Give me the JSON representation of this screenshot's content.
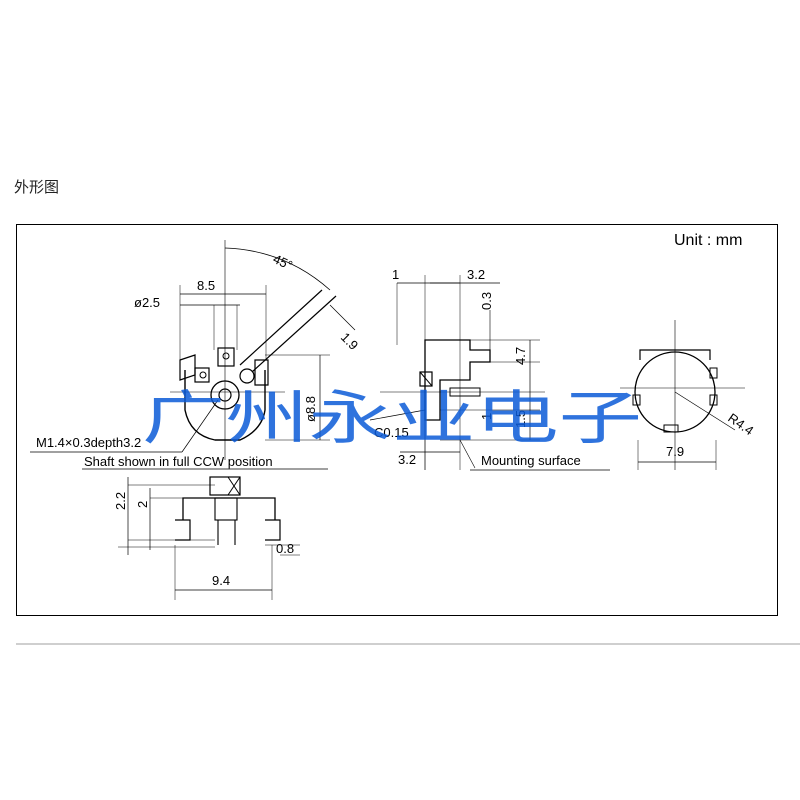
{
  "heading": "外形图",
  "unit_label": "Unit : mm",
  "front_view": {
    "dim_width": "8.5",
    "dim_shaft_dia": "ø2.5",
    "dim_angle": "45°",
    "dim_lever": "1.9",
    "dim_body_dia": "ø8.8",
    "thread_note": "M1.4×0.3depth3.2",
    "caption": "Shaft shown in full CCW position"
  },
  "side_view": {
    "dim_top_left": "1",
    "dim_top_right": "3.2",
    "dim_gap": "0.3",
    "dim_height": "4.7",
    "dim_lower": "1",
    "dim_base": "1.5",
    "chamfer": "C0.15",
    "dim_bottom": "3.2",
    "mounting_label": "Mounting surface"
  },
  "back_view": {
    "dim_radius": "R4.4",
    "dim_width": "7.9"
  },
  "bottom_view": {
    "dim_total": "2.2",
    "dim_inner": "2",
    "dim_pin": "0.8",
    "dim_width": "9.4"
  },
  "watermark": "广州永业电子",
  "colors": {
    "line": "#000000",
    "watermark": "#0b5bd8",
    "frame": "#000000"
  }
}
